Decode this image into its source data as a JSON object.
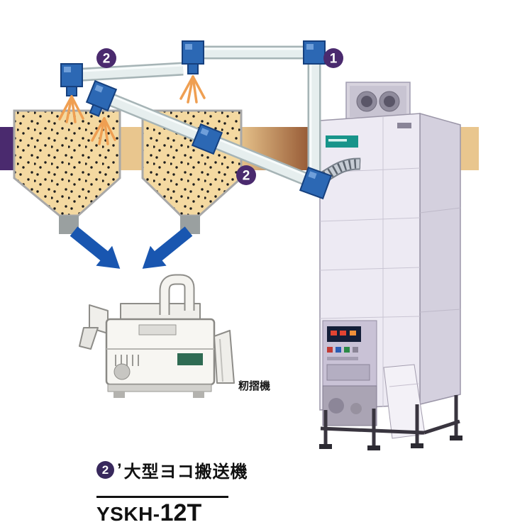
{
  "diagram": {
    "badges": {
      "top_left": "2",
      "top_right": "1",
      "middle": "2"
    },
    "labels": {
      "huller": "籾摺機"
    },
    "caption": {
      "badge": "2",
      "prime": "’",
      "text": "大型ヨコ搬送機"
    },
    "model": {
      "prefix": "YSKH-",
      "size": "12T"
    },
    "colors": {
      "accent_purple": "#4a2a6e",
      "band_tan": "#e9c68e",
      "band_brown": "#8e4f2c",
      "hopper_fill": "#f4d9a1",
      "pipe_fill": "#e6eeee",
      "joint_blue": "#2c68b4",
      "spray_orange": "#ef9f52",
      "arrow_blue": "#1956b0"
    }
  }
}
